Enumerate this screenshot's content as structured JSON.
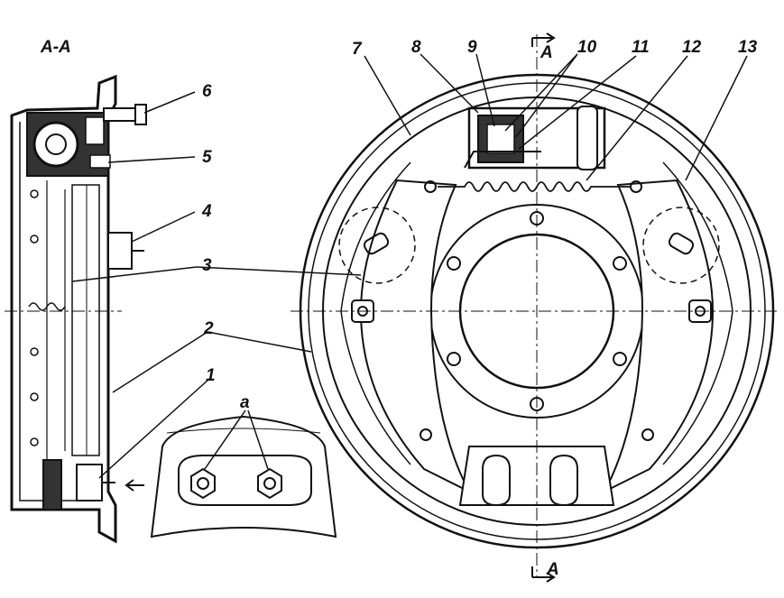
{
  "section_title": "A-A",
  "section_marks": {
    "top": "A",
    "bottom": "A"
  },
  "callouts": {
    "c1": "1",
    "c2": "2",
    "c3": "3",
    "c4": "4",
    "c5": "5",
    "c6": "6",
    "c7": "7",
    "c8": "8",
    "c9": "9",
    "c10": "10",
    "c11": "11",
    "c12": "12",
    "c13": "13",
    "ca": "a"
  },
  "colors": {
    "ink": "#111111",
    "paper": "#ffffff"
  }
}
